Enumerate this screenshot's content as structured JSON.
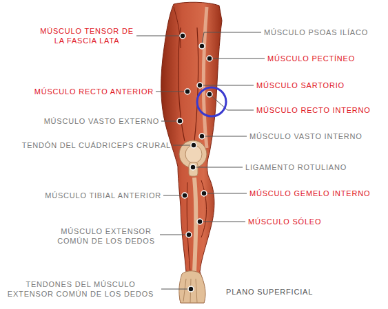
{
  "diagram": {
    "labels": [
      "MÚSCULO TENSOR DE LA FASCIA LATA",
      "MÚSCULO RECTO ANTERIOR",
      "MÚSCULO VASTO EXTERNO",
      "TENDÓN DEL CUÁDRICEPS CRURAL",
      "MÚSCULO TIBIAL ANTERIOR",
      "MÚSCULO EXTENSOR COMÚN DE LOS DEDOS",
      "TENDONES DEL MÚSCULO EXTENSOR COMÚN DE LOS DEDOS",
      "MÚSCULO PSOAS ILÍACO",
      "MÚSCULO PECTÍNEO",
      "MÚSCULO SARTORIO",
      "MÚSCULO RECTO INTERNO",
      "MÚSCULO VASTO INTERNO",
      "LIGAMENTO ROTULIANO",
      "MÚSCULO GEMELO INTERNO",
      "MÚSCULO SÓLEO",
      "PLANO SUPERFICIAL"
    ]
  }
}
